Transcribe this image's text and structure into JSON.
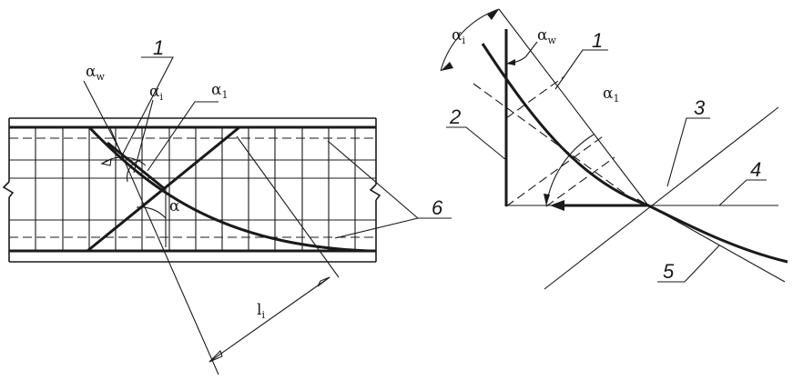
{
  "left_figure": {
    "labels": {
      "alpha_w": "α",
      "alpha_w_sub": "w",
      "one": "1",
      "alpha_i": "α",
      "alpha_i_sub": "i",
      "alpha_1": "α",
      "alpha_1_sub": "1",
      "alpha": "α",
      "six": "6",
      "l_i": "l",
      "l_i_sub": "i"
    }
  },
  "right_figure": {
    "labels": {
      "alpha_i": "α",
      "alpha_i_sub": "i",
      "alpha_w": "α",
      "alpha_w_sub": "w",
      "one": "1",
      "alpha_1": "α",
      "alpha_1_sub": "1",
      "two": "2",
      "three": "3",
      "four": "4",
      "five": "5"
    }
  },
  "colors": {
    "line": "#1a1a1a",
    "background": "#ffffff"
  }
}
